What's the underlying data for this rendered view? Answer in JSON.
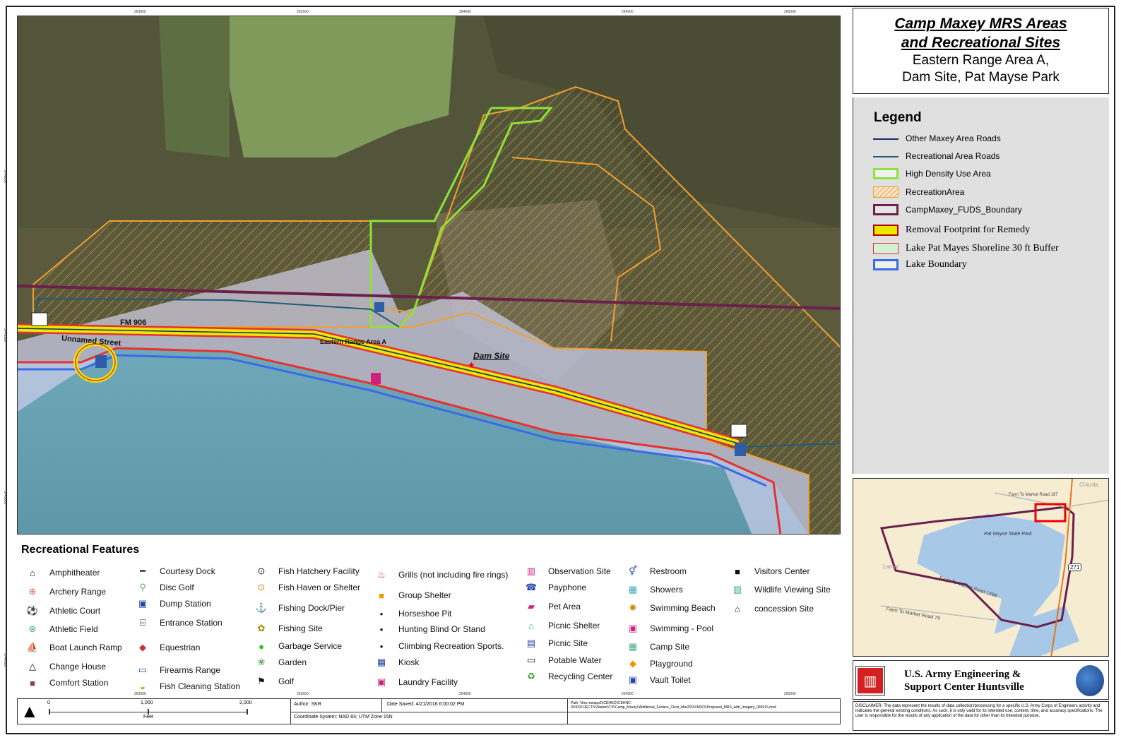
{
  "title": {
    "line1": "Camp Maxey MRS Areas",
    "line2": "and Recreational Sites",
    "line3": "Eastern Range Area A,",
    "line4": "Dam Site, Pat Mayse  Park"
  },
  "legend": {
    "heading": "Legend",
    "items": [
      {
        "label": "Other Maxey Area Roads",
        "color": "#1b2a6b"
      },
      {
        "label": "Recreational Area Roads",
        "color": "#205a7a"
      },
      {
        "label": "High Density Use Area",
        "color": "#8fe23a"
      },
      {
        "label": "RecreationArea",
        "color": "#f0a030"
      },
      {
        "label": "CampMaxey_FUDS_Boundary",
        "color": "#6b1f4a"
      },
      {
        "label": "Removal Footprint for Remedy",
        "color": "#e8e800"
      },
      {
        "label": "Lake Pat Mayes Shoreline 30 ft Buffer",
        "color": "#e83030"
      },
      {
        "label": "Lake Boundary",
        "color": "#3a6be8"
      }
    ]
  },
  "map_labels": {
    "road_fm906": "FM 906",
    "unnamed_street": "Unnamed Street",
    "eastern_range": "Eastern Range Area A",
    "dam_site": "Dam Site"
  },
  "grid_ticks": {
    "top": [
      "263000",
      "263500",
      "264000",
      "264500",
      "265000"
    ],
    "left": [
      "3746000",
      "3745500",
      "3745000",
      "3744500"
    ],
    "bottom": [
      "263000",
      "263500",
      "264000",
      "264500",
      "265000"
    ]
  },
  "features": {
    "heading": "Recreational Features",
    "col1": [
      "Amphitheater",
      "Archery Range",
      "Athletic Court",
      "Athletic Field",
      "Boat Launch Ramp",
      "Change House",
      "Comfort Station"
    ],
    "col2": [
      "Courtesy Dock",
      "Disc Golf",
      "Dump Station",
      "Entrance Station",
      "Equestrian",
      "Firearms Range",
      "Fish Cleaning Station"
    ],
    "col3": [
      "Fish Hatchery Facility",
      "Fish Haven or Shelter",
      "Fishing Dock/Pier",
      "Fishing Site",
      "Garbage Service",
      "Garden",
      "Golf"
    ],
    "col4": [
      "Grills (not including fire rings)",
      "Group Shelter",
      "Horseshoe Pit",
      "Hunting Blind Or Stand",
      "Climbing Recreation Sports.",
      "Kiosk",
      "Laundry Facility"
    ],
    "col5": [
      "Observation Site",
      "Payphone",
      "Pet Area",
      "Picnic Shelter",
      "Picnic Site",
      "Potable Water",
      "Recycling Center"
    ],
    "col6": [
      "Restroom",
      "Showers",
      "Swimming Beach",
      "Swimming - Pool",
      "Camp Site",
      "Playground",
      "Vault Toilet"
    ],
    "col7": [
      "Visitors Center",
      "Wildlife Viewing Site",
      "concession Site"
    ]
  },
  "scale": {
    "ticks": [
      "0",
      "1,000",
      "2,000"
    ],
    "unit": "Feet"
  },
  "metadata": {
    "author": "Author: SKR",
    "date": "Date Saved: 4/21/2016 6:00:02 PM",
    "coord": "Coordinate System: NAD 83; UTM Zone 15N",
    "path": "Path: \\\\hnc-netapp2\\\\CEHNC\\\\CEHNC-IS\\\\PROJECTS\\\\States\\\\TX\\\\Camp_Maxey\\\\Additional_Surface_Clear_Mar2016\\\\MXD\\\\Proposed_MRS_with_Imagery_080316.mxd"
  },
  "inset": {
    "state_park": "Pat Mayse State Park",
    "road_farm": "Farm To Market Road 79",
    "road_1499": "Farm To Market Road 1499",
    "road_197": "Farm To Market Road 197",
    "lamar": "Lamar",
    "chicota": "Chicota",
    "highway": "271"
  },
  "logo": {
    "line1": "U.S. Army Engineering &",
    "line2": "Support Center Huntsville"
  },
  "disclaimer": "DISCLAIMER- The data represent the results of data collection/processing for a specific U.S. Army Corps of Engineers activity and indicates the general existing conditions. As such, it is only valid for its intended use, content, time, and accuracy specifications. The user is responsible for the results of any application of the data for other than its intended purpose."
}
